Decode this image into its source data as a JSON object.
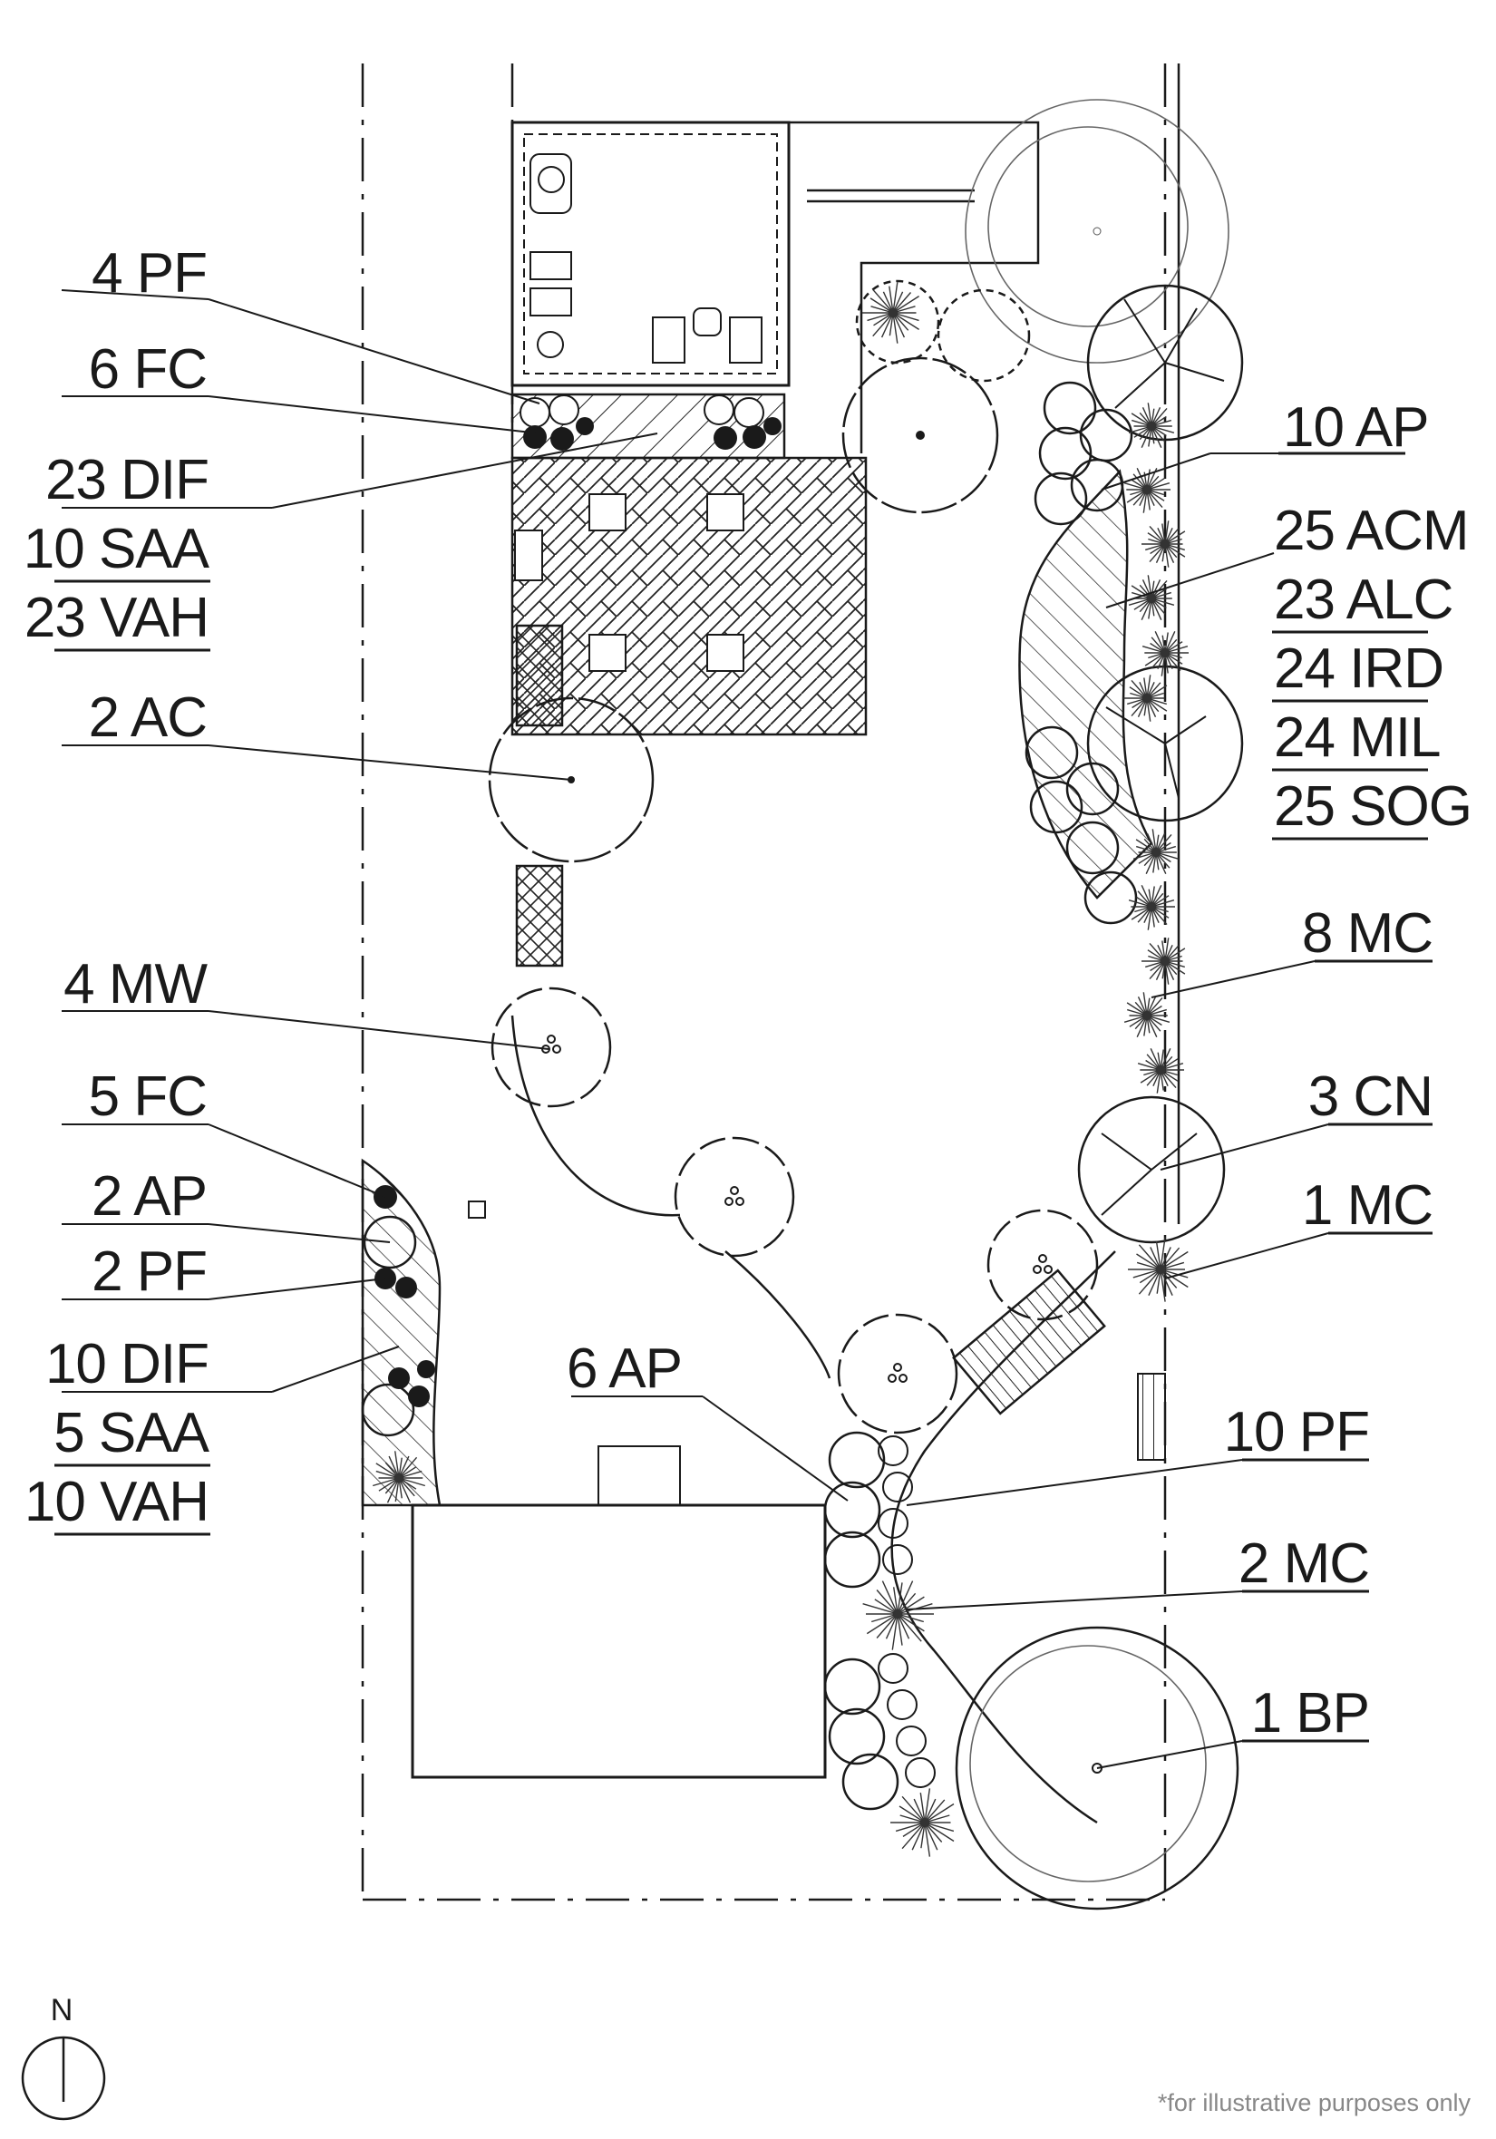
{
  "labels_left": [
    {
      "id": "4-pf",
      "text": "4 PF"
    },
    {
      "id": "6-fc",
      "text": "6 FC"
    },
    {
      "id": "23-dif",
      "text": "23 DIF"
    },
    {
      "id": "10-saa",
      "text": "10 SAA"
    },
    {
      "id": "23-vah",
      "text": "23 VAH"
    },
    {
      "id": "2-ac",
      "text": "2 AC"
    },
    {
      "id": "4-mw",
      "text": "4 MW"
    },
    {
      "id": "5-fc",
      "text": "5 FC"
    },
    {
      "id": "2-ap",
      "text": "2 AP"
    },
    {
      "id": "2-pf",
      "text": "2 PF"
    },
    {
      "id": "10-dif",
      "text": "10 DIF"
    },
    {
      "id": "5-saa",
      "text": "5 SAA"
    },
    {
      "id": "10-vah",
      "text": "10 VAH"
    },
    {
      "id": "6-ap",
      "text": "6 AP"
    }
  ],
  "labels_right": [
    {
      "id": "10-ap",
      "text": "10 AP"
    },
    {
      "id": "25-acm",
      "text": "25 ACM"
    },
    {
      "id": "23-alc",
      "text": "23 ALC"
    },
    {
      "id": "24-ird",
      "text": "24 IRD"
    },
    {
      "id": "24-mil",
      "text": "24 MIL"
    },
    {
      "id": "25-sog",
      "text": "25 SOG"
    },
    {
      "id": "8-mc",
      "text": "8 MC"
    },
    {
      "id": "3-cn",
      "text": "3 CN"
    },
    {
      "id": "1-mc",
      "text": "1 MC"
    },
    {
      "id": "10-pf",
      "text": "10 PF"
    },
    {
      "id": "2-mc",
      "text": "2 MC"
    },
    {
      "id": "1-bp",
      "text": "1 BP"
    }
  ],
  "north": {
    "letter": "N"
  },
  "footnote": "*for illustrative purposes only"
}
